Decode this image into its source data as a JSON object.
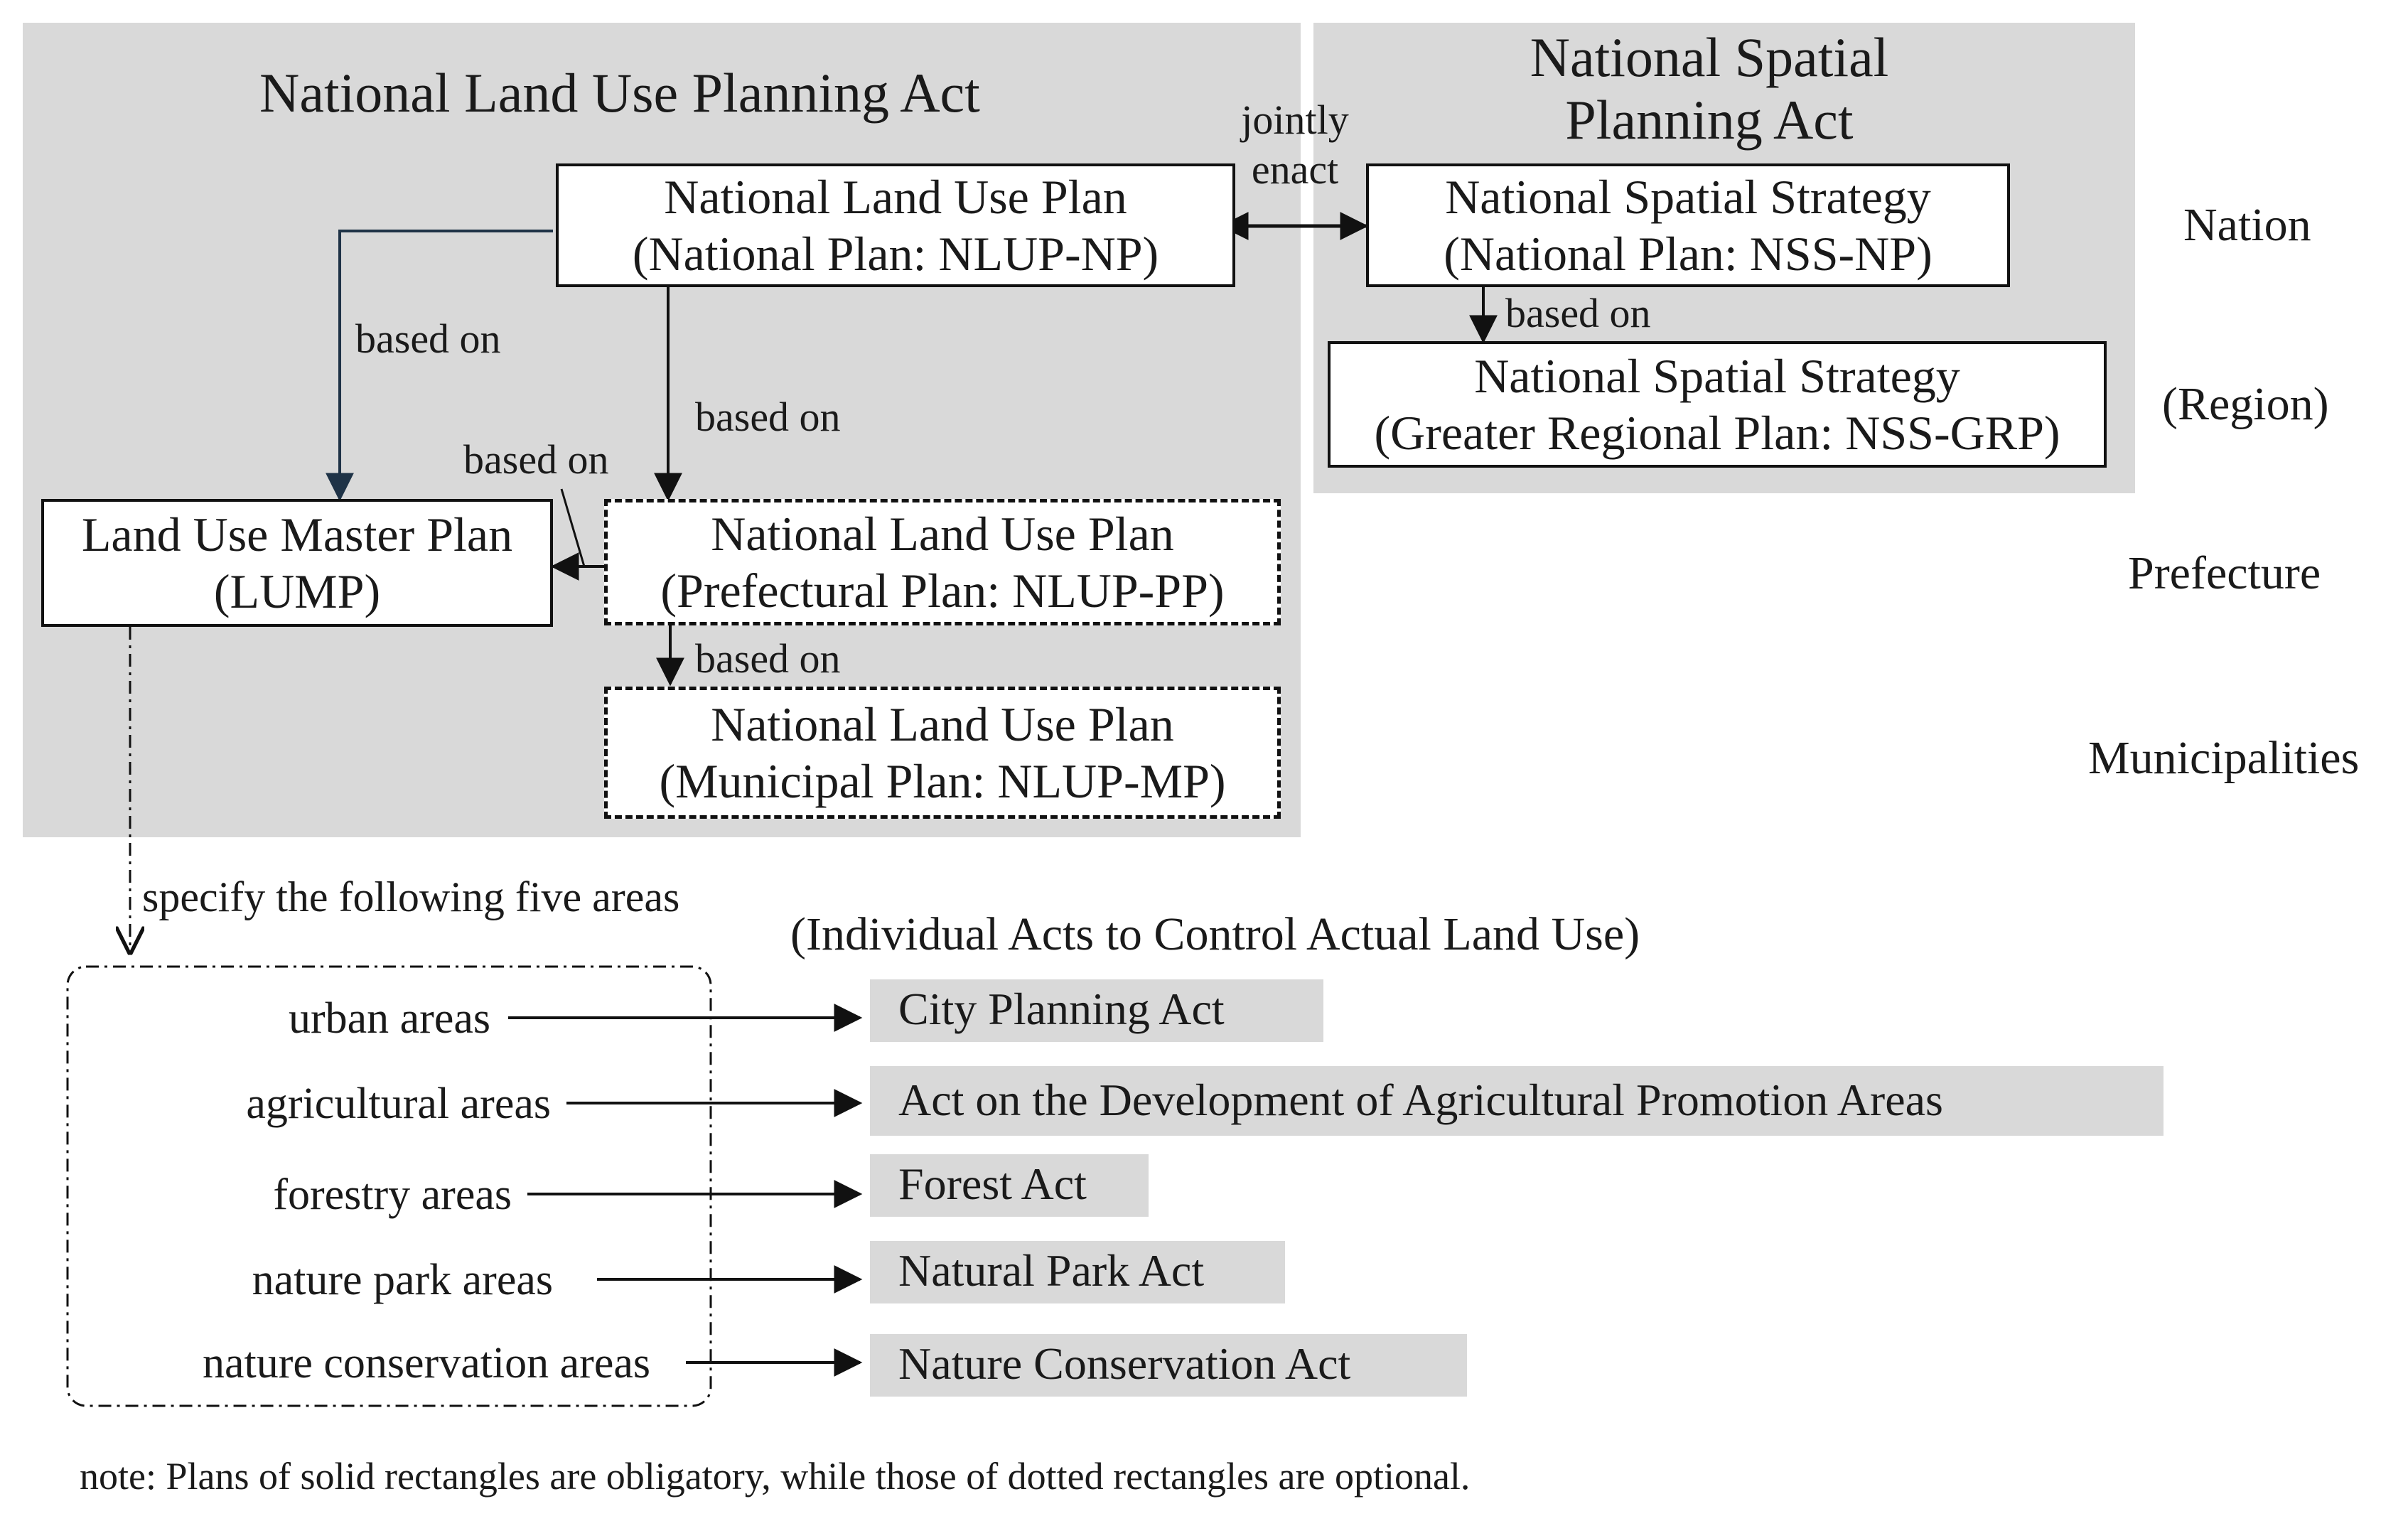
{
  "panels": {
    "left_title": "National Land Use Planning Act",
    "right_title_line1": "National Spatial",
    "right_title_line2": "Planning Act"
  },
  "boxes": {
    "nlup_np": {
      "line1": "National Land Use Plan",
      "line2": "(National Plan: NLUP-NP)"
    },
    "nss_np": {
      "line1": "National Spatial Strategy",
      "line2": "(National Plan: NSS-NP)"
    },
    "nss_grp": {
      "line1": "National Spatial Strategy",
      "line2": "(Greater Regional Plan: NSS-GRP)"
    },
    "lump": {
      "line1": "Land Use Master Plan",
      "line2": "(LUMP)"
    },
    "nlup_pp": {
      "line1": "National Land Use Plan",
      "line2": "(Prefectural Plan: NLUP-PP)"
    },
    "nlup_mp": {
      "line1": "National Land Use Plan",
      "line2": "(Municipal Plan: NLUP-MP)"
    }
  },
  "connector_labels": {
    "jointly_line1": "jointly",
    "jointly_line2": "enact",
    "based_on": "based on",
    "specify": "specify the following five areas"
  },
  "levels": [
    "Nation",
    "(Region)",
    "Prefecture",
    "Municipalities"
  ],
  "individual_acts_heading": "(Individual Acts to Control Actual Land Use)",
  "areas": [
    {
      "area": "urban areas",
      "act": "City Planning Act"
    },
    {
      "area": "agricultural areas",
      "act": "Act on the Development of Agricultural Promotion Areas"
    },
    {
      "area": "forestry areas",
      "act": "Forest Act"
    },
    {
      "area": "nature park areas",
      "act": "Natural Park Act"
    },
    {
      "area": "nature conservation areas",
      "act": "Nature Conservation Act"
    }
  ],
  "note": "note: Plans of solid rectangles are obligatory, while those of dotted rectangles are optional.",
  "colors": {
    "panel": "#d9d9d9",
    "line": "#111111",
    "blue_line": "#1f3347"
  }
}
